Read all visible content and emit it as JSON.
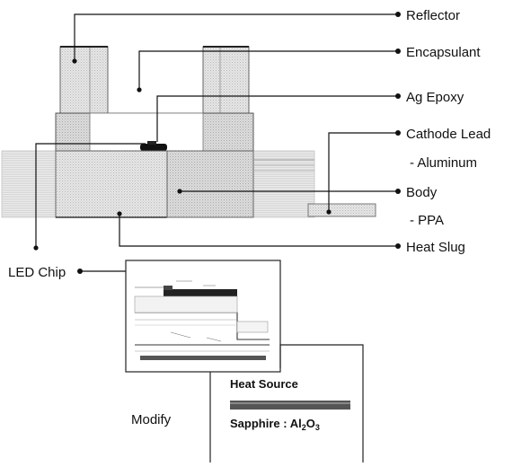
{
  "labels": {
    "reflector": "Reflector",
    "encapsulant": "Encapsulant",
    "ag_epoxy": "Ag Epoxy",
    "cathode_lead": "Cathode Lead",
    "aluminum": "- Aluminum",
    "body": "Body",
    "ppa": "- PPA",
    "heat_slug": "Heat Slug",
    "led_chip": "LED Chip",
    "modify": "Modify"
  },
  "inset": {
    "heat_source": "Heat Source",
    "sapphire_prefix": "Sapphire : Al",
    "sapphire_sub1": "2",
    "sapphire_mid": "O",
    "sapphire_sub2": "3"
  },
  "colors": {
    "lead_line": "#111111",
    "layer_fill": "#d9d9d9",
    "dark_layer": "#222222",
    "heat_source_bar": "#555555"
  }
}
